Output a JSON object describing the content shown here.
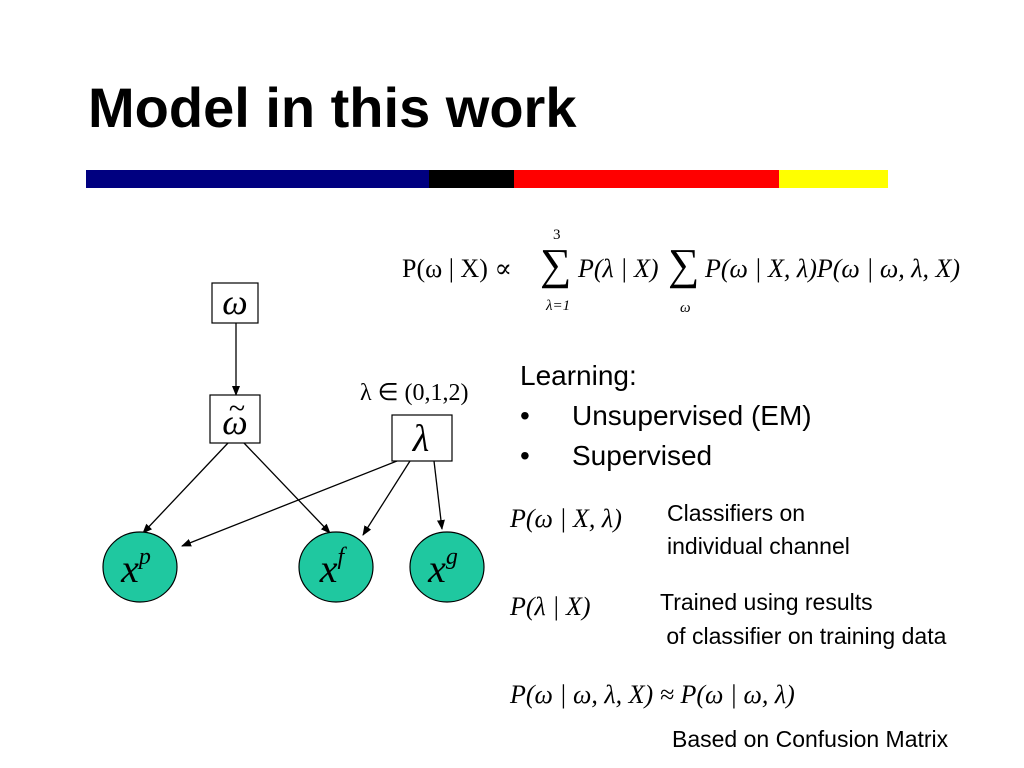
{
  "slide": {
    "title": "Model in this work"
  },
  "color_bar": {
    "segments": [
      {
        "color": "#000080"
      },
      {
        "color": "#000000"
      },
      {
        "color": "#ff0000"
      },
      {
        "color": "#ffff00"
      }
    ]
  },
  "diagram": {
    "nodes": {
      "omega": {
        "symbol": "ω"
      },
      "omega_tilde": {
        "symbol": "ω",
        "accent": "~"
      },
      "lambda": {
        "symbol": "λ"
      },
      "xp": {
        "base": "x",
        "sup": "p"
      },
      "xf": {
        "base": "x",
        "sup": "f"
      },
      "xg": {
        "base": "x",
        "sup": "g"
      }
    },
    "lambda_domain": "λ ∈ (0,1,2)",
    "observed_node_color": "#1fc8a0"
  },
  "main_formula": {
    "lhs": "P(ω | X) ∝",
    "sum_upper": "3",
    "sum_lower": "λ=1",
    "term1": "P(λ | X)",
    "sum2_lower": "ω",
    "term2": "P(ω | X, λ)P(ω | ω, λ, X)"
  },
  "learning": {
    "heading": "Learning:",
    "items": [
      "Unsupervised (EM)",
      "Supervised"
    ]
  },
  "notes": [
    {
      "formula": "P(ω | X, λ)",
      "desc_lines": [
        "Classifiers on",
        "individual channel"
      ]
    },
    {
      "formula": "P(λ | X)",
      "desc_lines": [
        "Trained using results",
        " of classifier on training data"
      ]
    },
    {
      "formula": "P(ω | ω, λ, X) ≈ P(ω | ω, λ)",
      "desc_lines": [
        "Based on Confusion Matrix"
      ]
    }
  ]
}
